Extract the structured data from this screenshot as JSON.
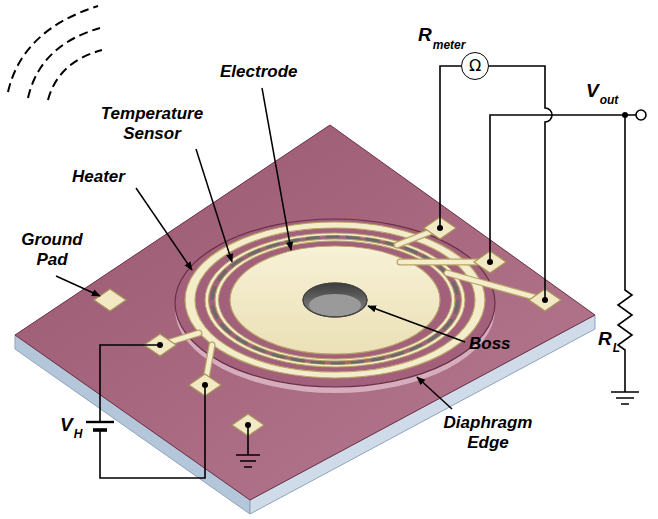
{
  "diagram": {
    "nodes": [
      {
        "text": [
          "Ω"
        ]
      }
    ],
    "labels": [
      "R",
      "meter",
      "Electrode",
      "V",
      "out",
      "Temperature Sensor",
      "Heater",
      "Ground Pad",
      "R",
      "L",
      "Boss",
      "V",
      "H",
      "Diaphragm Edge"
    ]
  }
}
